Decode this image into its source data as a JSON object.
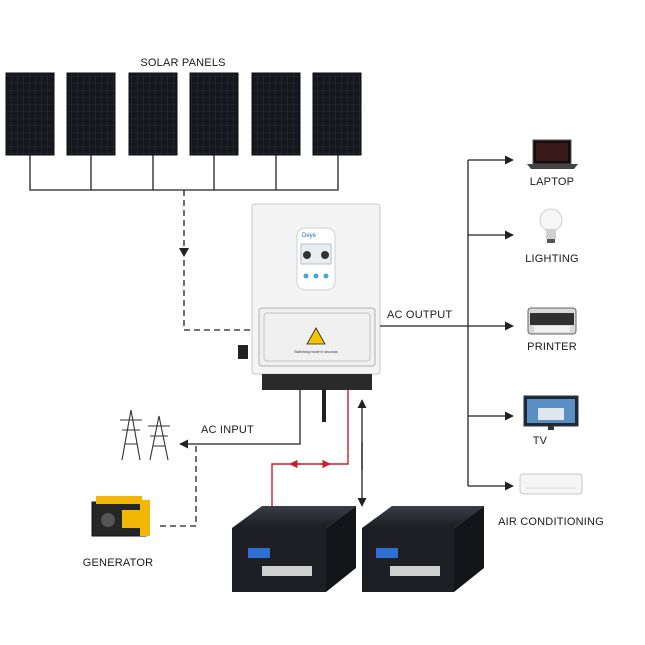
{
  "labels": {
    "solar_panels": "SOLAR PANELS",
    "ac_output": "AC OUTPUT",
    "ac_input": "AC INPUT",
    "generator": "GENERATOR",
    "laptop": "LAPTOP",
    "lighting": "LIGHTING",
    "printer": "PRINTER",
    "tv": "TV",
    "air_conditioning": "AIR CONDITIONING"
  },
  "inverter": {
    "brand": "Deye",
    "warning_text": "Switching mode in seconds"
  },
  "colors": {
    "line": "#222222",
    "battery_link": "#c8202a",
    "panel": "#15171c",
    "inverter_body": "#f4f4f4"
  },
  "icons": [
    "solar-panel-icon",
    "inverter-icon",
    "transmission-tower-icon",
    "generator-icon",
    "battery-icon",
    "laptop-icon",
    "light-bulb-icon",
    "printer-icon",
    "tv-icon",
    "air-conditioner-icon"
  ]
}
